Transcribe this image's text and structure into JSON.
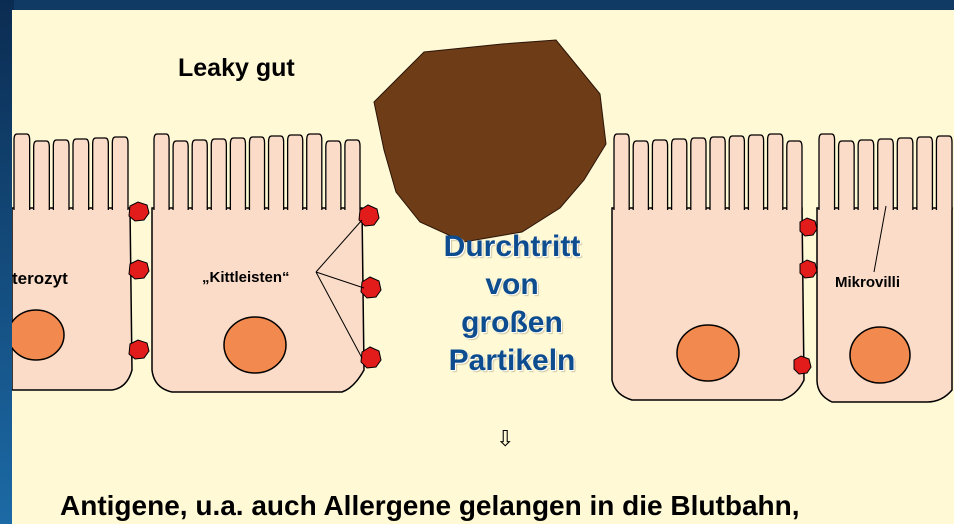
{
  "title": "Leaky gut",
  "labels": {
    "cell": "terozyt",
    "tight_junctions": "„Kittleisten“",
    "microvilli": "Mikrovilli"
  },
  "center_text": [
    "Durchtritt",
    "von",
    "großen",
    "Partikeln"
  ],
  "arrow_symbol": "⇩",
  "bottom_text": "Antigene, u.a. auch Allergene gelangen in die Blutbahn,",
  "colors": {
    "background": "#fff9d6",
    "cell_fill": "#fbdcc8",
    "nucleus": "#f28a4f",
    "junction": "#e21b1b",
    "particle": "#6e3c17",
    "center_text": "#0d4c8f",
    "frame": "#173a5e"
  }
}
